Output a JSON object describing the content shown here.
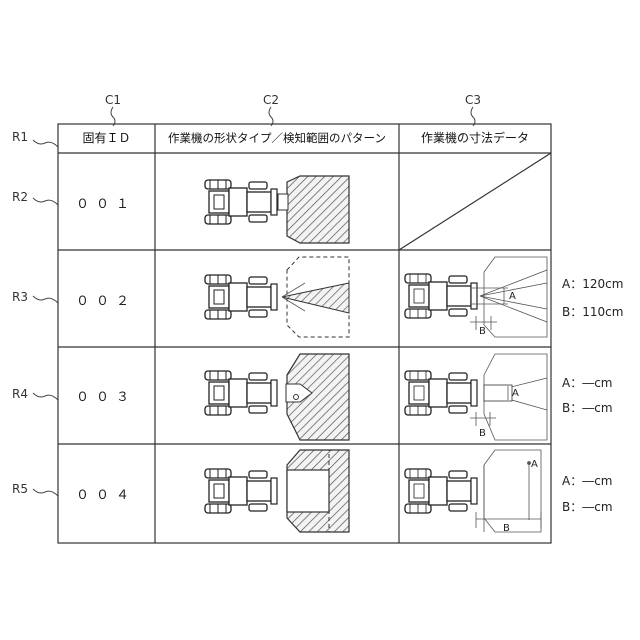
{
  "columns": {
    "c1": {
      "label": "C1",
      "header": "固有ＩＤ"
    },
    "c2": {
      "label": "C2",
      "header": "作業機の形状タイプ／検知範囲のパターン"
    },
    "c3": {
      "label": "C3",
      "header": "作業機の寸法データ"
    }
  },
  "rows": [
    {
      "label": "R1"
    },
    {
      "label": "R2",
      "id": "００１",
      "dims": null
    },
    {
      "label": "R3",
      "id": "００２",
      "dims": {
        "a": "A：120cm",
        "b": "B：110cm"
      }
    },
    {
      "label": "R4",
      "id": "００３",
      "dims": {
        "a": "A：―cm",
        "b": "B：―cm"
      }
    },
    {
      "label": "R5",
      "id": "００４",
      "dims": {
        "a": "A：―cm",
        "b": "B：―cm"
      }
    }
  ],
  "diagram_markers": {
    "a": "A",
    "b": "B"
  }
}
